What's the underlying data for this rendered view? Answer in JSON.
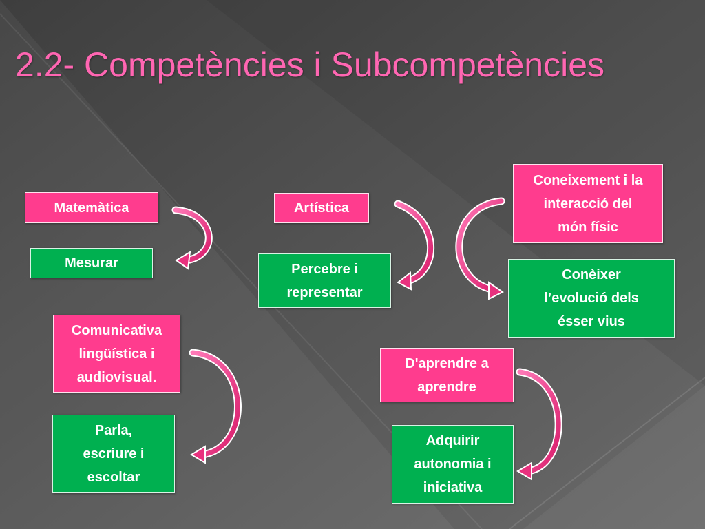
{
  "slide": {
    "title": "2.2- Competències i Subcompetències"
  },
  "colors": {
    "title": "#ff66b2",
    "competence_box": "#ff3c8e",
    "subcompetence_box": "#00b050",
    "arrow": "#e8317e"
  },
  "diagram": {
    "pairs": [
      {
        "competence": "Matemàtica",
        "subcompetence": "Mesurar"
      },
      {
        "competence": "Artística",
        "subcompetence": "Percebre i\nrepresentar"
      },
      {
        "competence": "Coneixement i la\ninteracció del\nmón físic",
        "subcompetence": "Conèixer\nl’evolució dels\nésser vius"
      },
      {
        "competence": "Comunicativa\nlingüística i\naudiovisual.",
        "subcompetence": "Parla,\nescriure i\nescoltar"
      },
      {
        "competence": "D'aprendre a\naprendre",
        "subcompetence": "Adquirir\nautonomia i\niniciativa"
      }
    ]
  }
}
